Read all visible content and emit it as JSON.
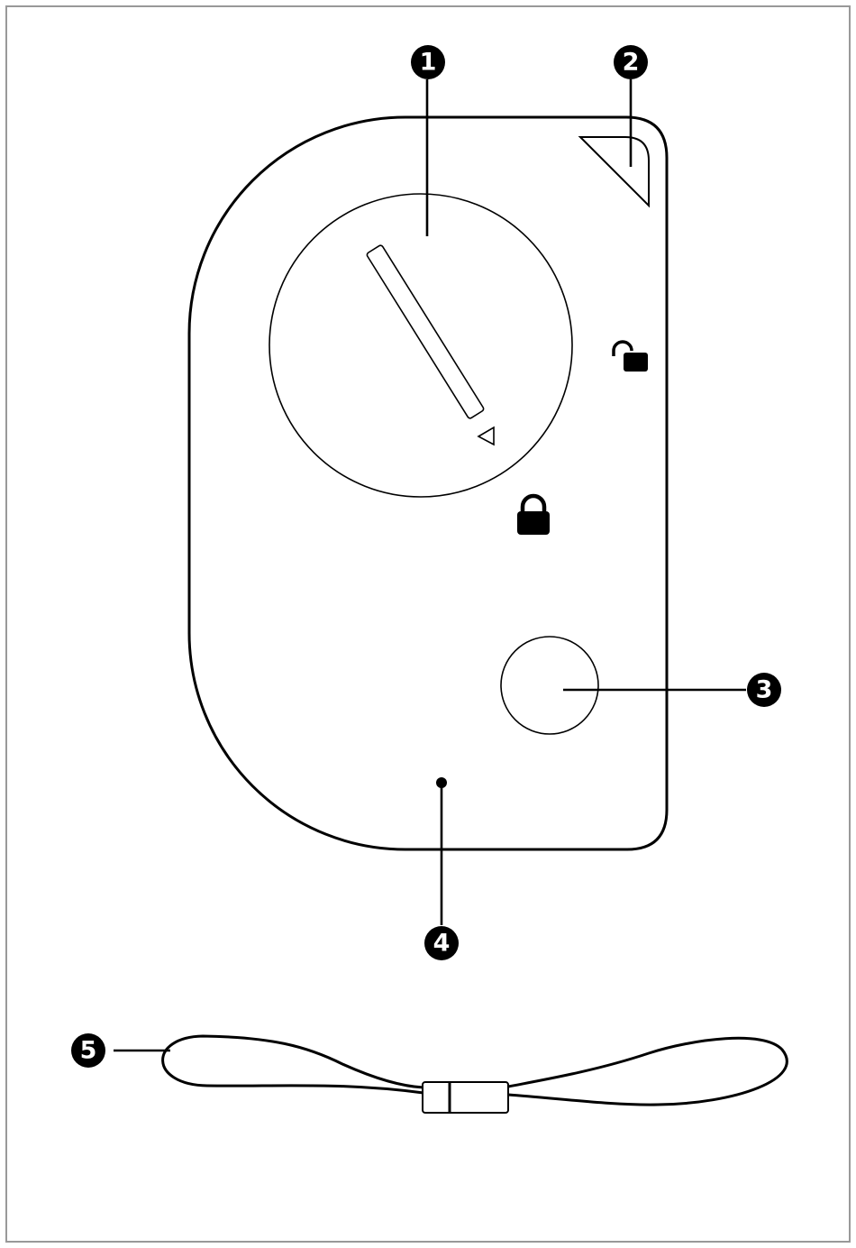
{
  "diagram": {
    "callouts": [
      {
        "id": "1",
        "label": "1",
        "part": "battery-cover"
      },
      {
        "id": "2",
        "label": "2",
        "part": "corner-notch"
      },
      {
        "id": "3",
        "label": "3",
        "part": "button"
      },
      {
        "id": "4",
        "label": "4",
        "part": "indicator-led"
      },
      {
        "id": "5",
        "label": "5",
        "part": "wrist-strap"
      }
    ],
    "icons": {
      "locked": "lock-closed-icon",
      "unlocked": "lock-open-icon",
      "align_marker": "triangle-marker-icon"
    },
    "colors": {
      "line": "#000000",
      "background": "#ffffff",
      "frame": "#999999"
    }
  }
}
